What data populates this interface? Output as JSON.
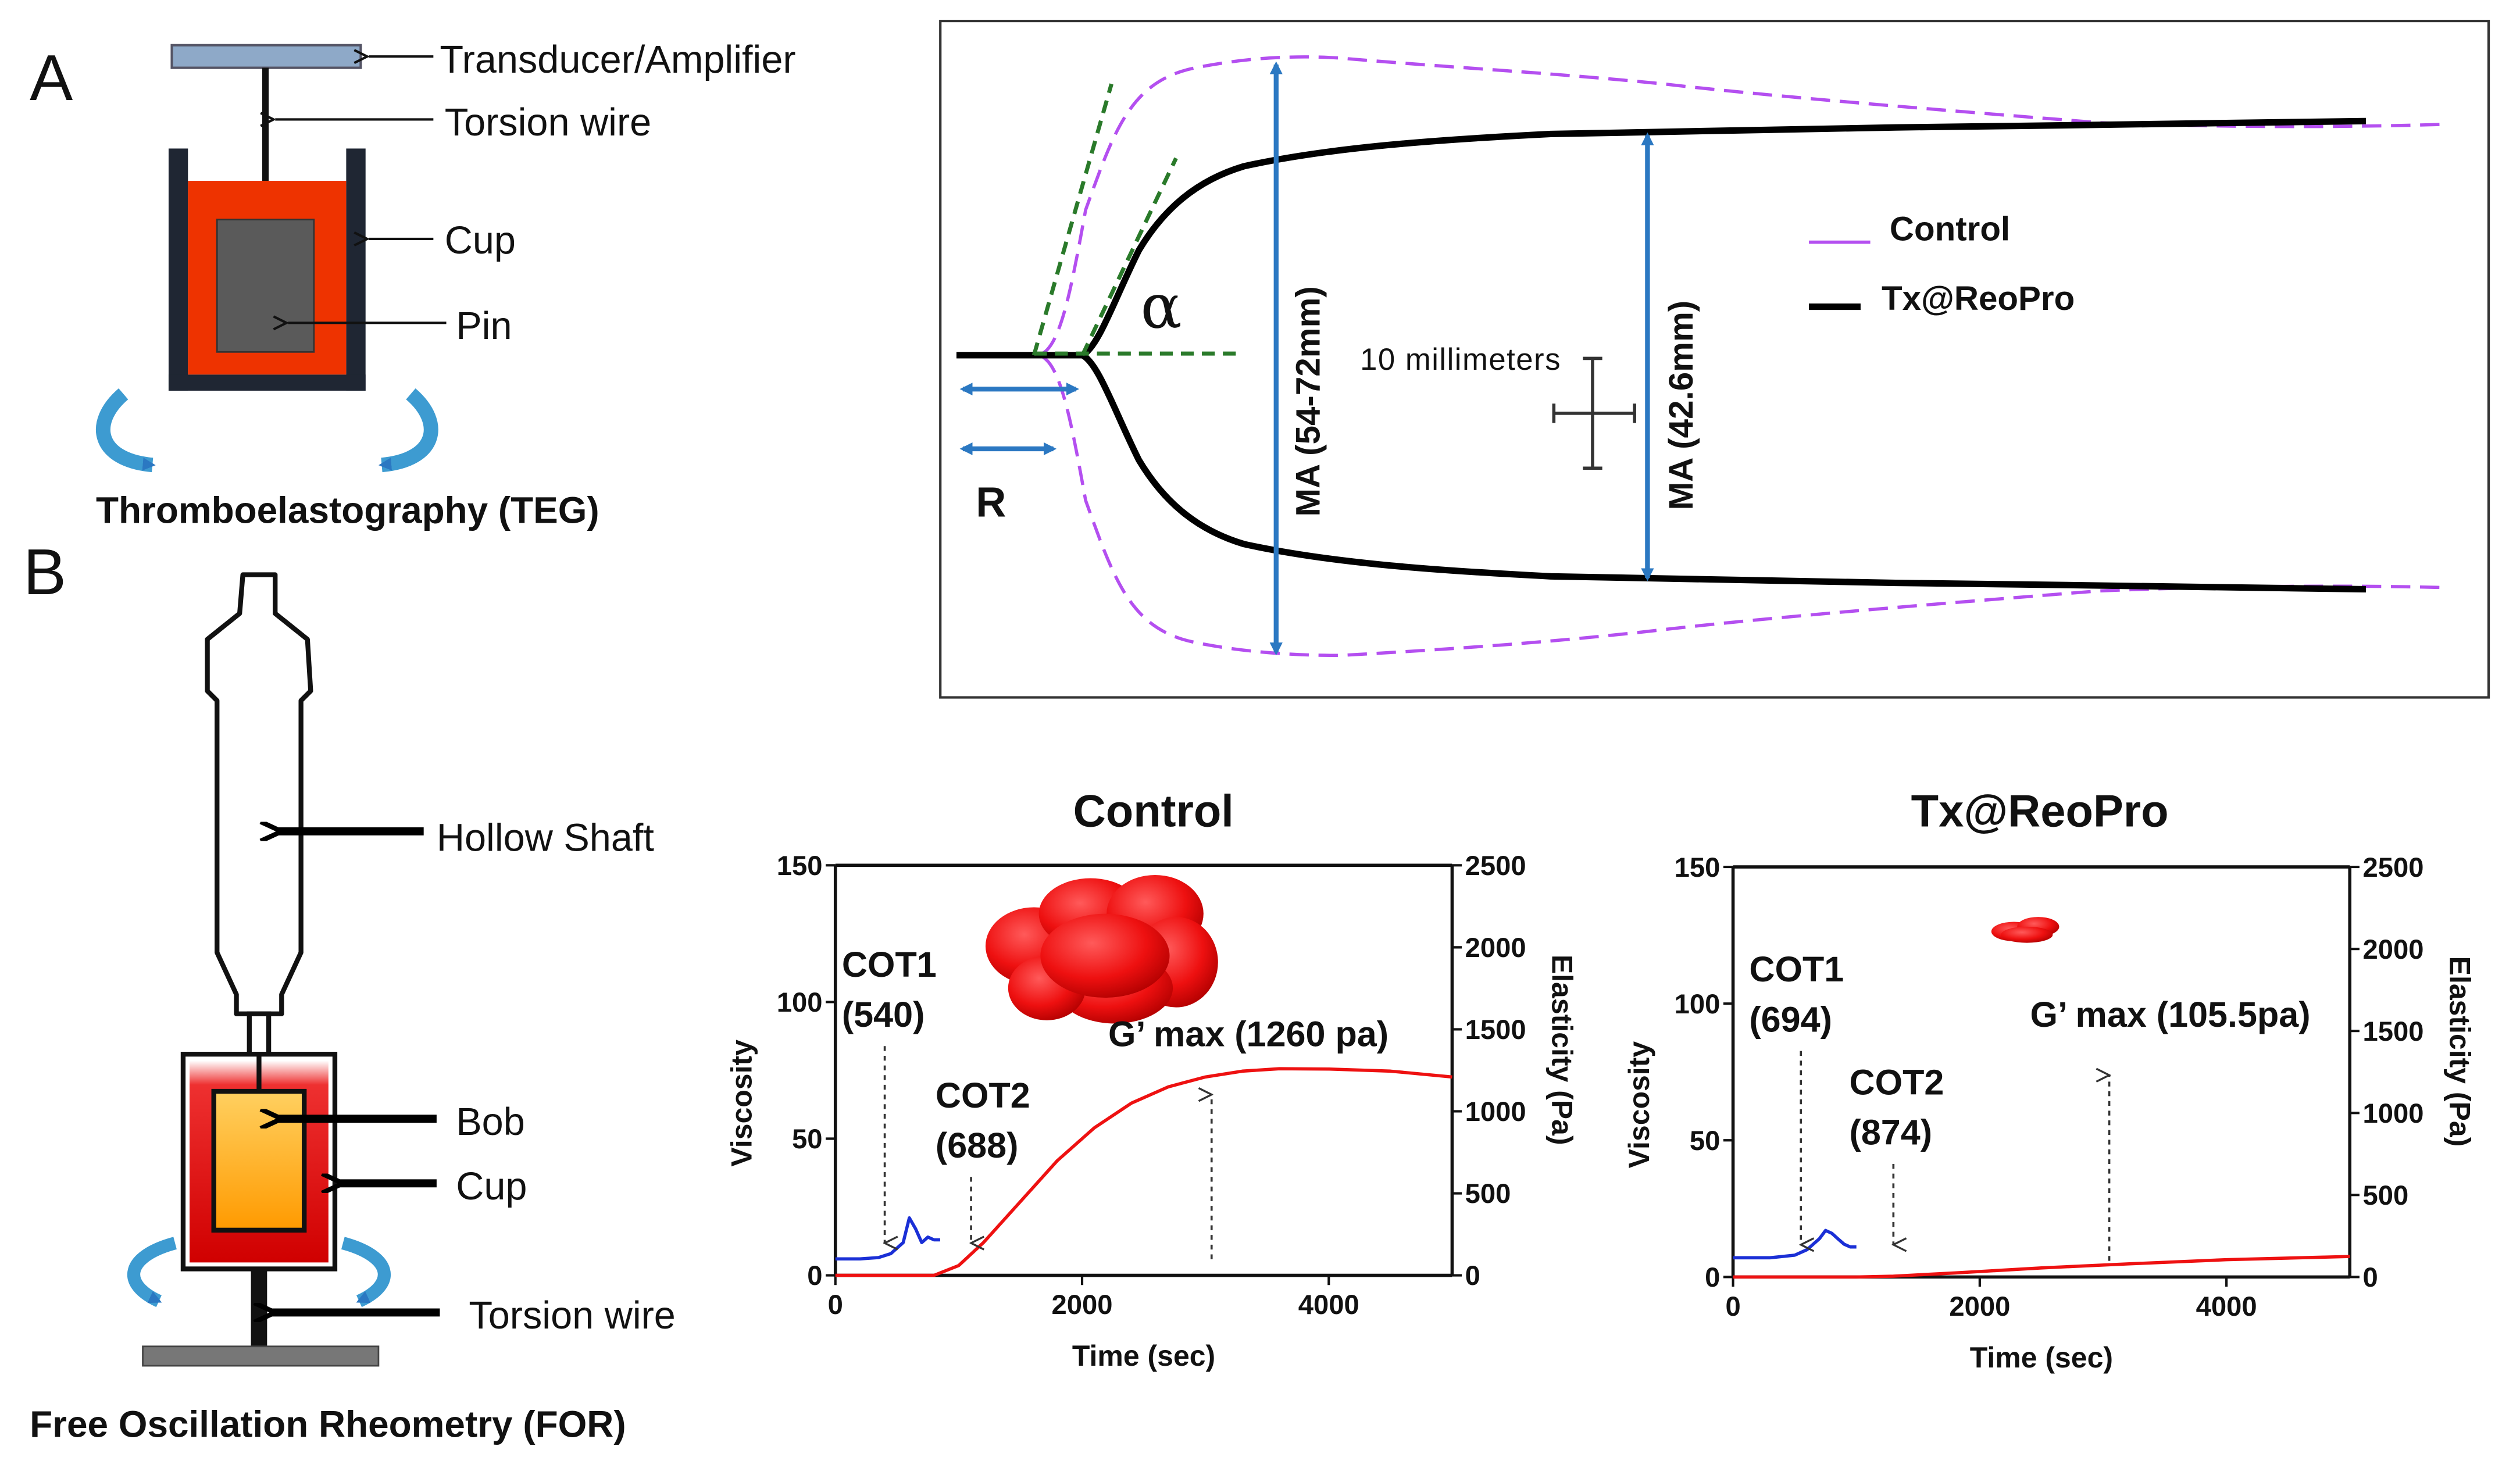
{
  "panel_a": {
    "letter": "A",
    "labels": {
      "transducer": "Transducer/Amplifier",
      "torsion_wire": "Torsion wire",
      "cup": "Cup",
      "pin": "Pin"
    },
    "caption": "Thromboelastography (TEG)"
  },
  "panel_b": {
    "letter": "B",
    "labels": {
      "hollow_shaft": "Hollow Shaft",
      "bob": "Bob",
      "cup": "Cup",
      "torsion_wire": "Torsion wire"
    },
    "caption": "Free Oscillation Rheometry (FOR)"
  },
  "teg_trace": {
    "alpha": "α",
    "r_label": "R",
    "ma_control": "MA (54-72mm)",
    "ma_treated": "MA (42.6mm)",
    "scale_label": "10 millimeters",
    "legend": {
      "control": "Control",
      "treated": "Tx@ReoPro"
    },
    "colors": {
      "control": "#b44ff0",
      "treated": "#000000",
      "tangent": "#2a7a2a",
      "arrow": "#2b78c2"
    }
  },
  "chart_data": [
    {
      "type": "line",
      "title": "Control",
      "xlabel": "Time (sec)",
      "ylabel": "Viscosity",
      "y2label": "Elasticity (Pa)",
      "xlim": [
        0,
        5000
      ],
      "ylim": [
        0,
        150
      ],
      "y2lim": [
        0,
        2500
      ],
      "xticks": [
        "0",
        "2000",
        "4000"
      ],
      "yticks": [
        "0",
        "50",
        "100",
        "150"
      ],
      "y2ticks": [
        "0",
        "500",
        "1000",
        "1500",
        "2000",
        "2500"
      ],
      "series": [
        {
          "axis": "left",
          "color": "#1a2fd6",
          "x": [
            0,
            200,
            350,
            450,
            550,
            600,
            650,
            700,
            750,
            800,
            850
          ],
          "y": [
            6,
            6,
            6.5,
            8,
            12,
            21,
            17,
            12,
            14,
            13,
            13
          ]
        },
        {
          "axis": "right",
          "color": "#ee1111",
          "x": [
            0,
            500,
            800,
            1000,
            1200,
            1500,
            1800,
            2100,
            2400,
            2700,
            3000,
            3300,
            3600,
            4000,
            4500,
            5000
          ],
          "y": [
            0,
            0,
            0,
            60,
            200,
            450,
            700,
            900,
            1050,
            1150,
            1210,
            1245,
            1260,
            1258,
            1245,
            1210
          ]
        }
      ],
      "annotations": [
        {
          "text": [
            "COT1",
            "(540)"
          ],
          "x": 400
        },
        {
          "text": [
            "COT2",
            "(688)"
          ],
          "x": 1100
        },
        {
          "text": [
            "G’ max (1260 pa)"
          ],
          "x": 3050
        }
      ]
    },
    {
      "type": "line",
      "title": "Tx@ReoPro",
      "xlabel": "Time (sec)",
      "ylabel": "Viscosity",
      "y2label": "Elasticity (Pa)",
      "xlim": [
        0,
        5000
      ],
      "ylim": [
        0,
        150
      ],
      "y2lim": [
        0,
        2500
      ],
      "xticks": [
        "0",
        "2000",
        "4000"
      ],
      "yticks": [
        "0",
        "50",
        "100",
        "150"
      ],
      "y2ticks": [
        "0",
        "500",
        "1000",
        "1500",
        "2000",
        "2500"
      ],
      "series": [
        {
          "axis": "left",
          "color": "#1a2fd6",
          "x": [
            0,
            300,
            500,
            600,
            700,
            750,
            800,
            850,
            900,
            950,
            1000
          ],
          "y": [
            7,
            7,
            8,
            10,
            14,
            17,
            16,
            14,
            12,
            11,
            11
          ]
        },
        {
          "axis": "right",
          "color": "#ee1111",
          "x": [
            0,
            1000,
            1300,
            1800,
            2500,
            3200,
            4000,
            5000
          ],
          "y": [
            0,
            0,
            5,
            25,
            55,
            80,
            105,
            125
          ]
        }
      ],
      "annotations": [
        {
          "text": [
            "COT1",
            "(694)"
          ],
          "x": 550
        },
        {
          "text": [
            "COT2",
            "(874)"
          ],
          "x": 1300
        },
        {
          "text": [
            "G’ max (105.5pa)"
          ],
          "x": 3050
        }
      ]
    }
  ]
}
